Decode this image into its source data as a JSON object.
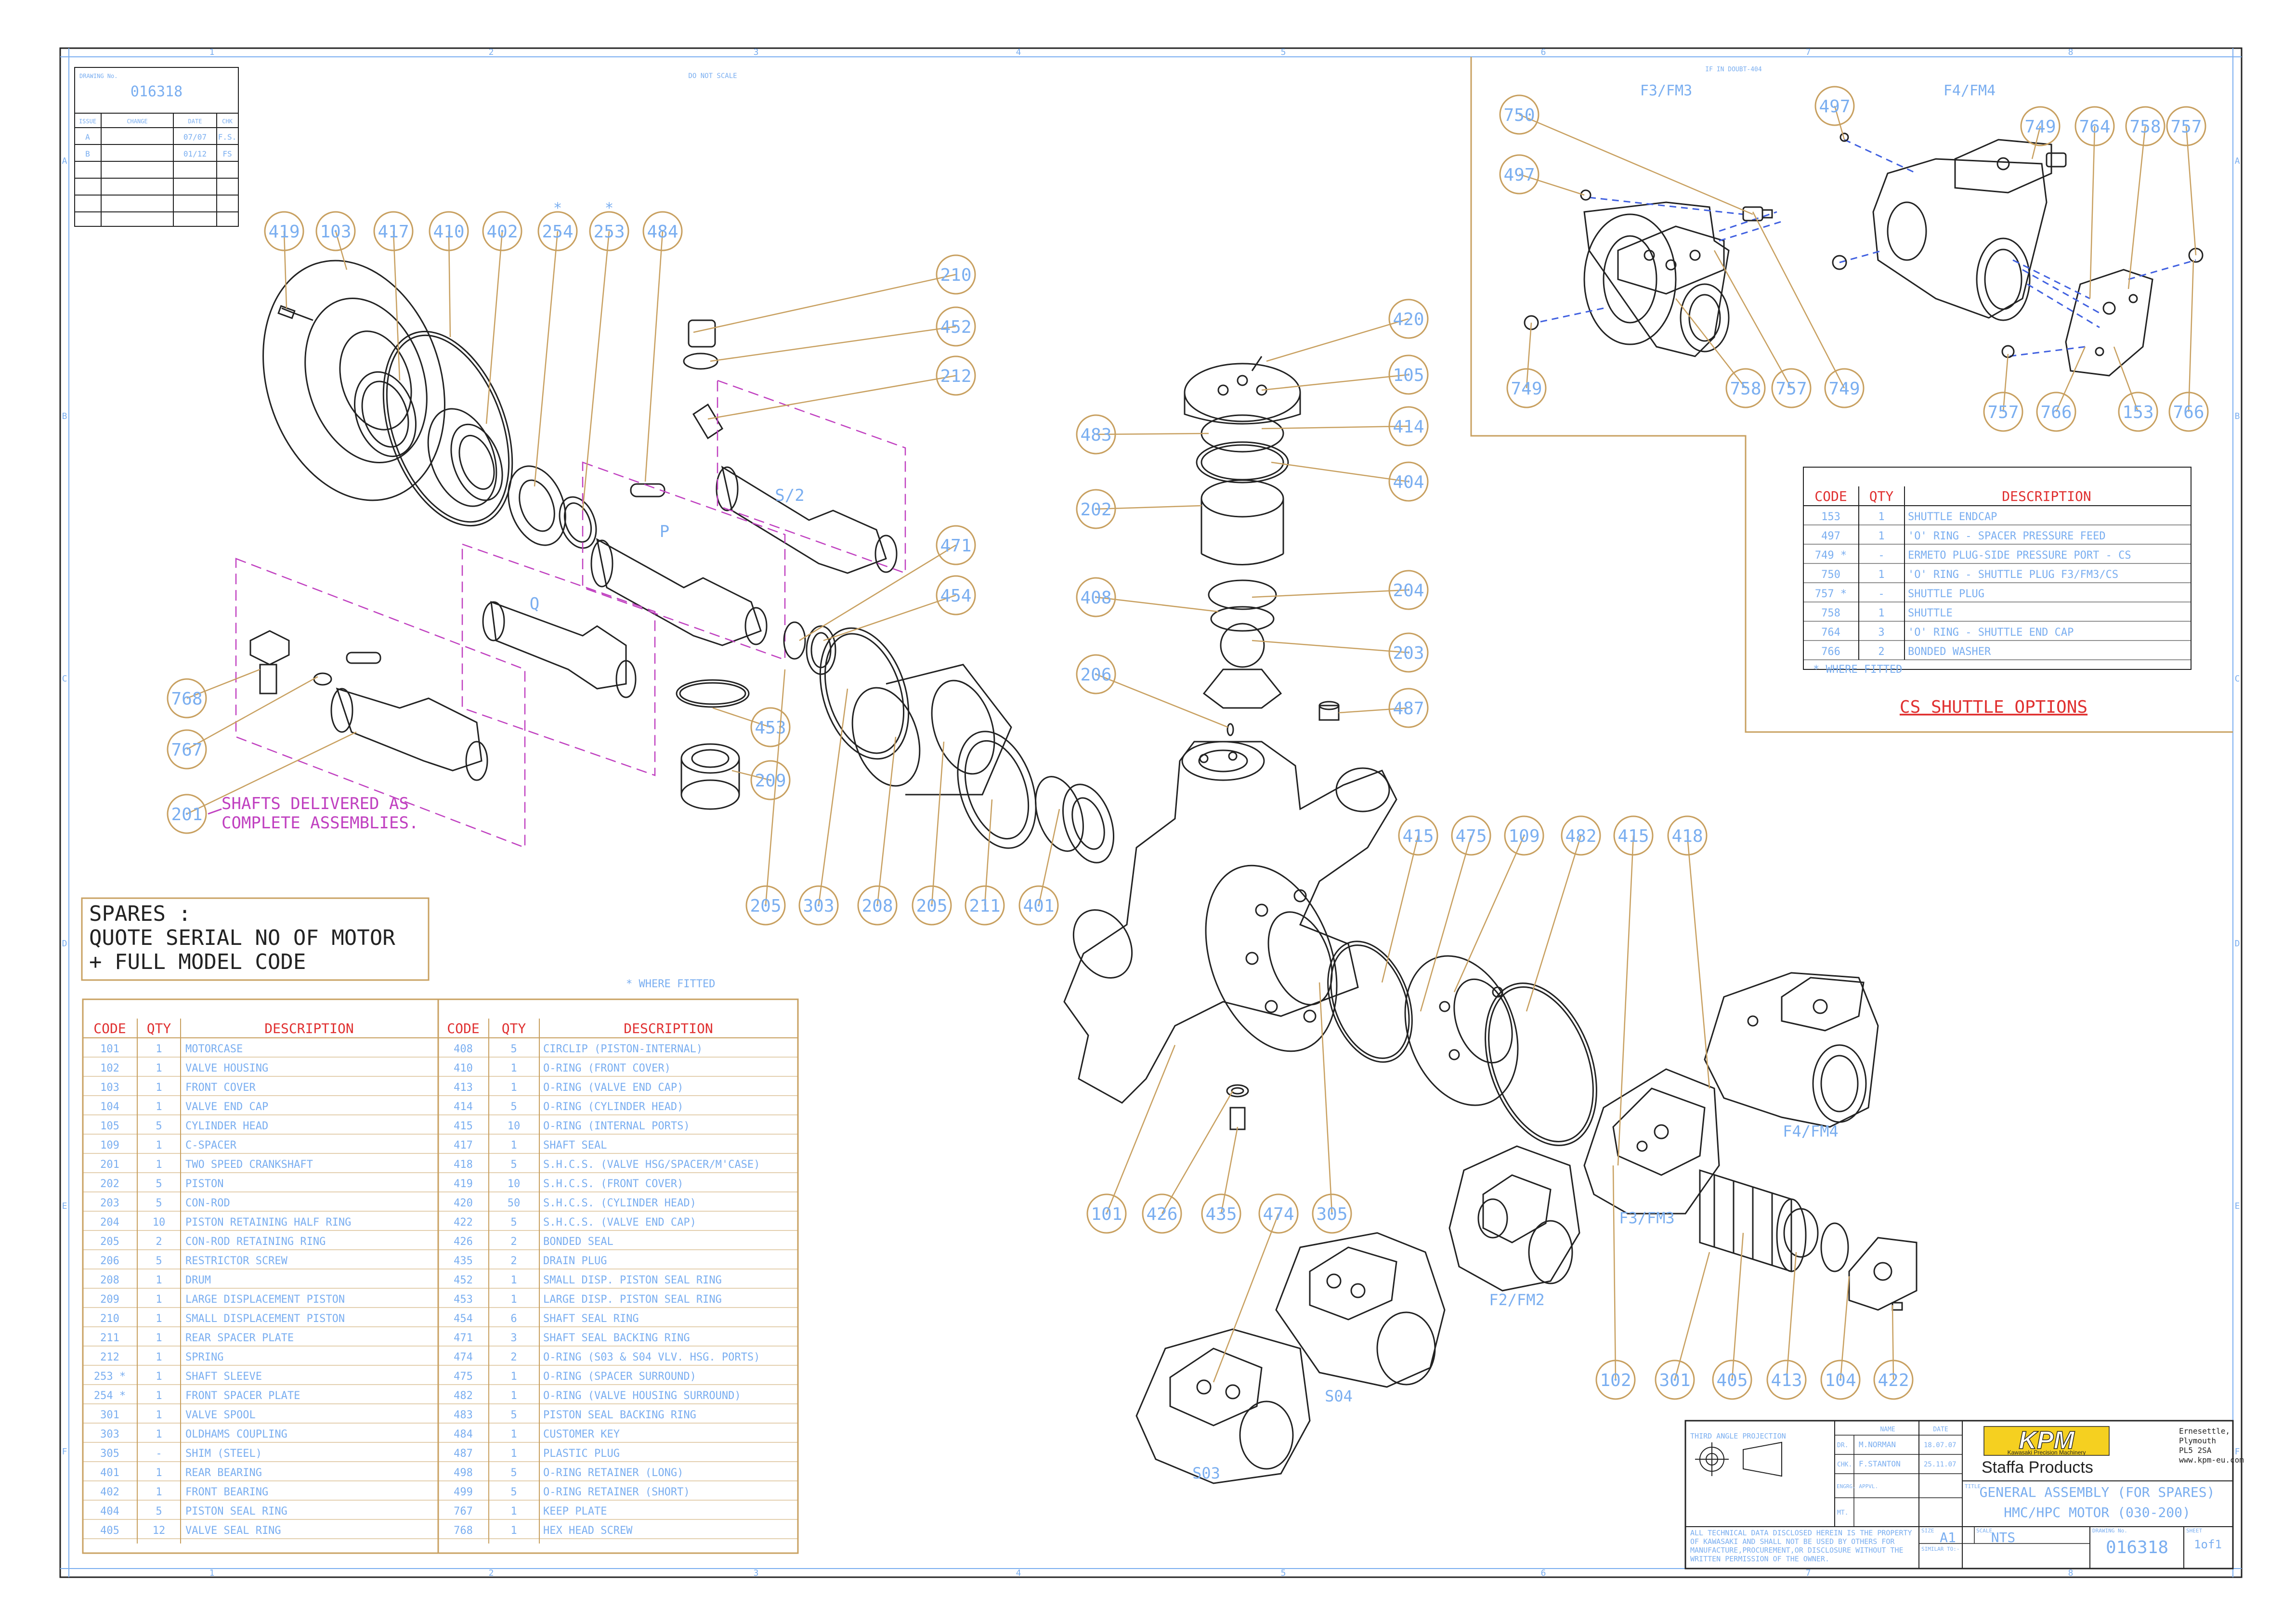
{
  "title_block": {
    "drawing_no_label": "DRAWING No.",
    "drawing_no": "016318",
    "do_not_scale": "DO NOT SCALE",
    "issue_headers": [
      "ISSUE",
      "CHANGE",
      "DATE",
      "CHK"
    ],
    "issues": [
      [
        "A",
        "",
        "07/07",
        "F.S."
      ],
      [
        "B",
        "",
        "01/12",
        "FS"
      ]
    ],
    "projection": "THIRD ANGLE PROJECTION",
    "name_label": "NAME",
    "date_label": "DATE",
    "dr_label": "DR.",
    "chk_label": "CHK.",
    "engrg_label": "ENGRG. APPVL.",
    "mt_label": "MT.",
    "drawn_by": "M.NORMAN",
    "drawn_date": "18.07.07",
    "checked_by": "F.STANTON",
    "checked_date": "25.11.07",
    "logo": "KPM",
    "logo_sub": "Kawasaki Precision Machinery",
    "company": "Staffa Products",
    "address": [
      "Ernesettle,",
      "Plymouth",
      "PL5 2SA",
      "www.kpm-eu.com"
    ],
    "title_label": "TITLE",
    "title_line1": "GENERAL ASSEMBLY (FOR SPARES)",
    "title_line2": "HMC/HPC MOTOR (030-200)",
    "disclaimer": [
      "ALL TECHNICAL DATA DISCLOSED HEREIN IS THE PROPERTY",
      "OF KAWASAKI AND SHALL NOT BE USED BY OTHERS FOR",
      "MANUFACTURE,PROCUREMENT,OR DISCLOSURE WITHOUT THE",
      "WRITTEN PERMISSION OF THE OWNER."
    ],
    "size_label": "SIZE",
    "size": "A1",
    "scale_label": "SCALE",
    "scale": "NTS",
    "drawing_no_label2": "DRAWING No.",
    "sheet_label": "SHEET",
    "sheet": "1of1",
    "similar_label": "SIMILAR TO:-"
  },
  "border": {
    "cols": [
      "1",
      "2",
      "3",
      "4",
      "5",
      "6",
      "7",
      "8"
    ],
    "rows": [
      "A",
      "B",
      "C",
      "D",
      "E",
      "F"
    ]
  },
  "spares_note": [
    "SPARES :",
    "QUOTE SERIAL NO OF MOTOR",
    "+ FULL MODEL CODE"
  ],
  "where_fitted": "* WHERE FITTED",
  "shafts_note": [
    "SHAFTS DELIVERED AS",
    "COMPLETE ASSEMBLIES."
  ],
  "shaft_labels": {
    "s2": "S/2",
    "p": "P",
    "q": "Q"
  },
  "parts_headers": [
    "CODE",
    "QTY",
    "DESCRIPTION"
  ],
  "parts_left": [
    [
      "101",
      "1",
      "MOTORCASE"
    ],
    [
      "102",
      "1",
      "VALVE HOUSING"
    ],
    [
      "103",
      "1",
      "FRONT COVER"
    ],
    [
      "104",
      "1",
      "VALVE END CAP"
    ],
    [
      "105",
      "5",
      "CYLINDER HEAD"
    ],
    [
      "109",
      "1",
      "C-SPACER"
    ],
    [
      "201",
      "1",
      "TWO SPEED CRANKSHAFT"
    ],
    [
      "202",
      "5",
      "PISTON"
    ],
    [
      "203",
      "5",
      "CON-ROD"
    ],
    [
      "204",
      "10",
      "PISTON RETAINING HALF RING"
    ],
    [
      "205",
      "2",
      "CON-ROD RETAINING RING"
    ],
    [
      "206",
      "5",
      "RESTRICTOR SCREW"
    ],
    [
      "208",
      "1",
      "DRUM"
    ],
    [
      "209",
      "1",
      "LARGE DISPLACEMENT PISTON"
    ],
    [
      "210",
      "1",
      "SMALL DISPLACEMENT PISTON"
    ],
    [
      "211",
      "1",
      "REAR SPACER PLATE"
    ],
    [
      "212",
      "1",
      "SPRING"
    ],
    [
      "253 *",
      "1",
      "SHAFT SLEEVE"
    ],
    [
      "254 *",
      "1",
      "FRONT SPACER PLATE"
    ],
    [
      "301",
      "1",
      "VALVE SPOOL"
    ],
    [
      "303",
      "1",
      "OLDHAMS COUPLING"
    ],
    [
      "305",
      "-",
      "SHIM (STEEL)"
    ],
    [
      "401",
      "1",
      "REAR BEARING"
    ],
    [
      "402",
      "1",
      "FRONT BEARING"
    ],
    [
      "404",
      "5",
      "PISTON SEAL RING"
    ],
    [
      "405",
      "12",
      "VALVE SEAL RING"
    ]
  ],
  "parts_right": [
    [
      "408",
      "5",
      "CIRCLIP (PISTON-INTERNAL)"
    ],
    [
      "410",
      "1",
      "O-RING (FRONT COVER)"
    ],
    [
      "413",
      "1",
      "O-RING (VALVE END CAP)"
    ],
    [
      "414",
      "5",
      "O-RING (CYLINDER HEAD)"
    ],
    [
      "415",
      "10",
      "O-RING (INTERNAL PORTS)"
    ],
    [
      "417",
      "1",
      "SHAFT SEAL"
    ],
    [
      "418",
      "5",
      "S.H.C.S. (VALVE HSG/SPACER/M'CASE)"
    ],
    [
      "419",
      "10",
      "S.H.C.S. (FRONT COVER)"
    ],
    [
      "420",
      "50",
      "S.H.C.S. (CYLINDER HEAD)"
    ],
    [
      "422",
      "5",
      "S.H.C.S. (VALVE END CAP)"
    ],
    [
      "426",
      "2",
      "BONDED SEAL"
    ],
    [
      "435",
      "2",
      "DRAIN PLUG"
    ],
    [
      "452",
      "1",
      "SMALL DISP. PISTON SEAL RING"
    ],
    [
      "453",
      "1",
      "LARGE DISP. PISTON SEAL RING"
    ],
    [
      "454",
      "6",
      "SHAFT SEAL RING"
    ],
    [
      "471",
      "3",
      "SHAFT SEAL BACKING RING"
    ],
    [
      "474",
      "2",
      "O-RING (S03 & S04 VLV. HSG. PORTS)"
    ],
    [
      "475",
      "1",
      "O-RING (SPACER SURROUND)"
    ],
    [
      "482",
      "1",
      "O-RING (VALVE HOUSING SURROUND)"
    ],
    [
      "483",
      "5",
      "PISTON SEAL BACKING RING"
    ],
    [
      "484",
      "1",
      "CUSTOMER KEY"
    ],
    [
      "487",
      "1",
      "PLASTIC PLUG"
    ],
    [
      "498",
      "5",
      "O-RING RETAINER (LONG)"
    ],
    [
      "499",
      "5",
      "O-RING RETAINER (SHORT)"
    ],
    [
      "767",
      "1",
      "KEEP PLATE"
    ],
    [
      "768",
      "1",
      "HEX HEAD SCREW"
    ]
  ],
  "cs_table": [
    [
      "153",
      "1",
      "SHUTTLE ENDCAP"
    ],
    [
      "497",
      "1",
      "'O' RING - SPACER PRESSURE FEED"
    ],
    [
      "749 *",
      "-",
      "ERMETO PLUG-SIDE PRESSURE PORT - CS"
    ],
    [
      "750",
      "1",
      "'O' RING - SHUTTLE PLUG F3/FM3/CS"
    ],
    [
      "757 *",
      "-",
      "SHUTTLE PLUG"
    ],
    [
      "758",
      "1",
      "SHUTTLE"
    ],
    [
      "764",
      "3",
      "'O' RING - SHUTTLE END CAP"
    ],
    [
      "766",
      "2",
      "BONDED WASHER"
    ]
  ],
  "cs_title": "CS SHUTTLE OPTIONS",
  "inset": {
    "f3": "F3/FM3",
    "f4": "F4/FM4",
    "if_in": "IF IN DOUBT-404"
  },
  "view_labels": {
    "f4": "F4/FM4",
    "f3": "F3/FM3",
    "f2": "F2/FM2",
    "s04": "S04",
    "s03": "S03"
  },
  "balloons": {
    "top_row": [
      "419",
      "103",
      "417",
      "410",
      "402",
      "254",
      "253",
      "484"
    ],
    "shaft_col": [
      "210",
      "452",
      "212",
      "471",
      "454",
      "453",
      "209"
    ],
    "lower_left": [
      "768",
      "767",
      "201"
    ],
    "drum_row": [
      "205",
      "303",
      "208",
      "205",
      "211",
      "401"
    ],
    "cyl_col": [
      "420",
      "105",
      "414",
      "404",
      "204",
      "203",
      "487"
    ],
    "cyl_left": [
      "483",
      "202",
      "408",
      "206"
    ],
    "valve_row": [
      "415",
      "475",
      "109",
      "482",
      "415",
      "418"
    ],
    "bottom_row": [
      "101",
      "426",
      "435",
      "474",
      "305"
    ],
    "rear_row": [
      "102",
      "301",
      "405",
      "413",
      "104",
      "422"
    ],
    "inset_f3": [
      "750",
      "497",
      "749",
      "758",
      "757",
      "749"
    ],
    "inset_f4": [
      "497",
      "749",
      "764",
      "758",
      "757",
      "757",
      "766",
      "153",
      "766"
    ]
  },
  "colors": {
    "ink": "#222222",
    "blue": "#7aaef0",
    "tan": "#c8a060",
    "red": "#e03030",
    "magenta": "#c040c0"
  }
}
